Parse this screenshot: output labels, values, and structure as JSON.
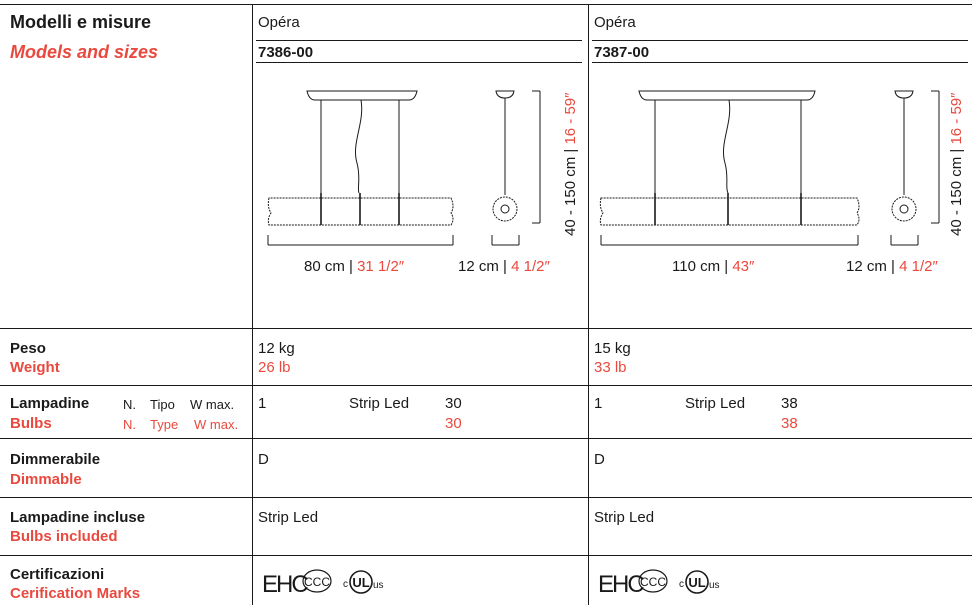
{
  "header": {
    "title_it": "Modelli e misure",
    "title_en": "Models and sizes"
  },
  "models": [
    {
      "name": "Opéra",
      "code": "7386-00",
      "width_cm": "80 cm",
      "width_in": "31 1/2″",
      "depth_cm": "12 cm",
      "depth_in": "4 1/2″",
      "height_cm": "40 - 150 cm",
      "height_in": "16 - 59″",
      "weight_kg": "12 kg",
      "weight_lb": "26 lb",
      "bulb_n": "1",
      "bulb_type": "Strip Led",
      "bulb_w": "30",
      "bulb_w_en": "30",
      "dimmable": "D",
      "bulbs_included": "Strip Led"
    },
    {
      "name": "Opéra",
      "code": "7387-00",
      "width_cm": "110 cm",
      "width_in": "43″",
      "depth_cm": "12 cm",
      "depth_in": "4 1/2″",
      "height_cm": "40 - 150 cm",
      "height_in": "16 - 59″",
      "weight_kg": "15 kg",
      "weight_lb": "33 lb",
      "bulb_n": "1",
      "bulb_type": "Strip Led",
      "bulb_w": "38",
      "bulb_w_en": "38",
      "dimmable": "D",
      "bulbs_included": "Strip Led"
    }
  ],
  "rows": {
    "weight": {
      "it": "Peso",
      "en": "Weight"
    },
    "bulbs": {
      "it": "Lampadine",
      "en": "Bulbs",
      "n_it": "N.",
      "type_it": "Tipo",
      "w_it": "W max.",
      "n_en": "N.",
      "type_en": "Type",
      "w_en": "W max."
    },
    "dimmable": {
      "it": "Dimmerabile",
      "en": "Dimmable"
    },
    "included": {
      "it": "Lampadine incluse",
      "en": "Bulbs included"
    },
    "cert": {
      "it": "Certificazioni",
      "en": "Cerification Marks"
    }
  },
  "certifications": {
    "eac": "EHC",
    "ccc": "CCC",
    "ul_c": "c",
    "ul_mark": "UL",
    "ul_us": "us"
  },
  "colors": {
    "accent": "#e9493e",
    "text": "#1a1a1a"
  }
}
